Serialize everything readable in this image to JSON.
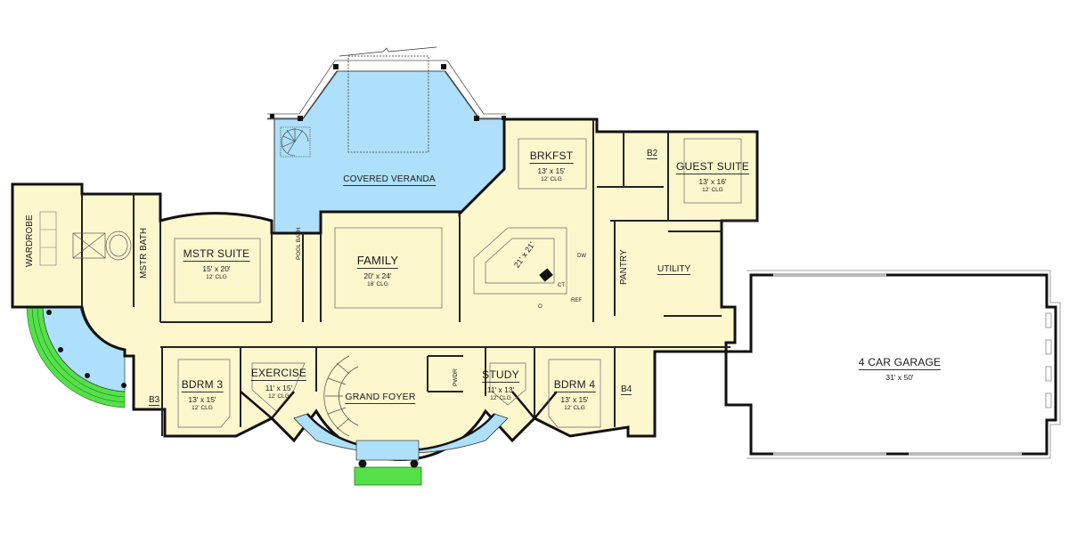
{
  "plan": {
    "colors": {
      "interior": "#fdf7ce",
      "veranda": "#aee0fb",
      "landscape": "#55e04a",
      "wall": "#111111",
      "garage": "#ffffff",
      "background": "#ffffff"
    },
    "rooms": {
      "wardrobe": {
        "name": "WARDROBE"
      },
      "mstr_bath": {
        "name": "MSTR BATH"
      },
      "mstr_suite": {
        "name": "MSTR SUITE",
        "dim": "15' x 20'",
        "clg": "12' CLG"
      },
      "pool_bath": {
        "name": "POOL BATH"
      },
      "covered_veranda": {
        "name": "COVERED VERANDA"
      },
      "family": {
        "name": "FAMILY",
        "dim": "20' x 24'",
        "clg": "18' CLG"
      },
      "brkfst": {
        "name": "BRKFST",
        "dim": "13' x 15'",
        "clg": "12' CLG"
      },
      "kitchen": {
        "dim": "21' x 21'",
        "fixtures": [
          "DW",
          "CT",
          "REF",
          "O"
        ]
      },
      "b2": {
        "name": "B2"
      },
      "guest_suite": {
        "name": "GUEST SUITE",
        "dim": "13' x 16'",
        "clg": "12' CLG"
      },
      "pantry": {
        "name": "PANTRY"
      },
      "utility": {
        "name": "UTILITY"
      },
      "garage": {
        "name": "4 CAR GARAGE",
        "dim": "31' x 50'"
      },
      "b3": {
        "name": "B3"
      },
      "bdrm3": {
        "name": "BDRM 3",
        "dim": "13' x 15'",
        "clg": "12' CLG"
      },
      "exercise": {
        "name": "EXERCISE",
        "dim": "11' x 15'",
        "clg": "12' CLG"
      },
      "grand_foyer": {
        "name": "GRAND FOYER"
      },
      "pwdr": {
        "name": "PWDR"
      },
      "study": {
        "name": "STUDY",
        "dim": "11' x 13'",
        "clg": "12' CLG"
      },
      "bdrm4": {
        "name": "BDRM 4",
        "dim": "13' x 15'",
        "clg": "12' CLG"
      },
      "b4": {
        "name": "B4"
      }
    }
  }
}
